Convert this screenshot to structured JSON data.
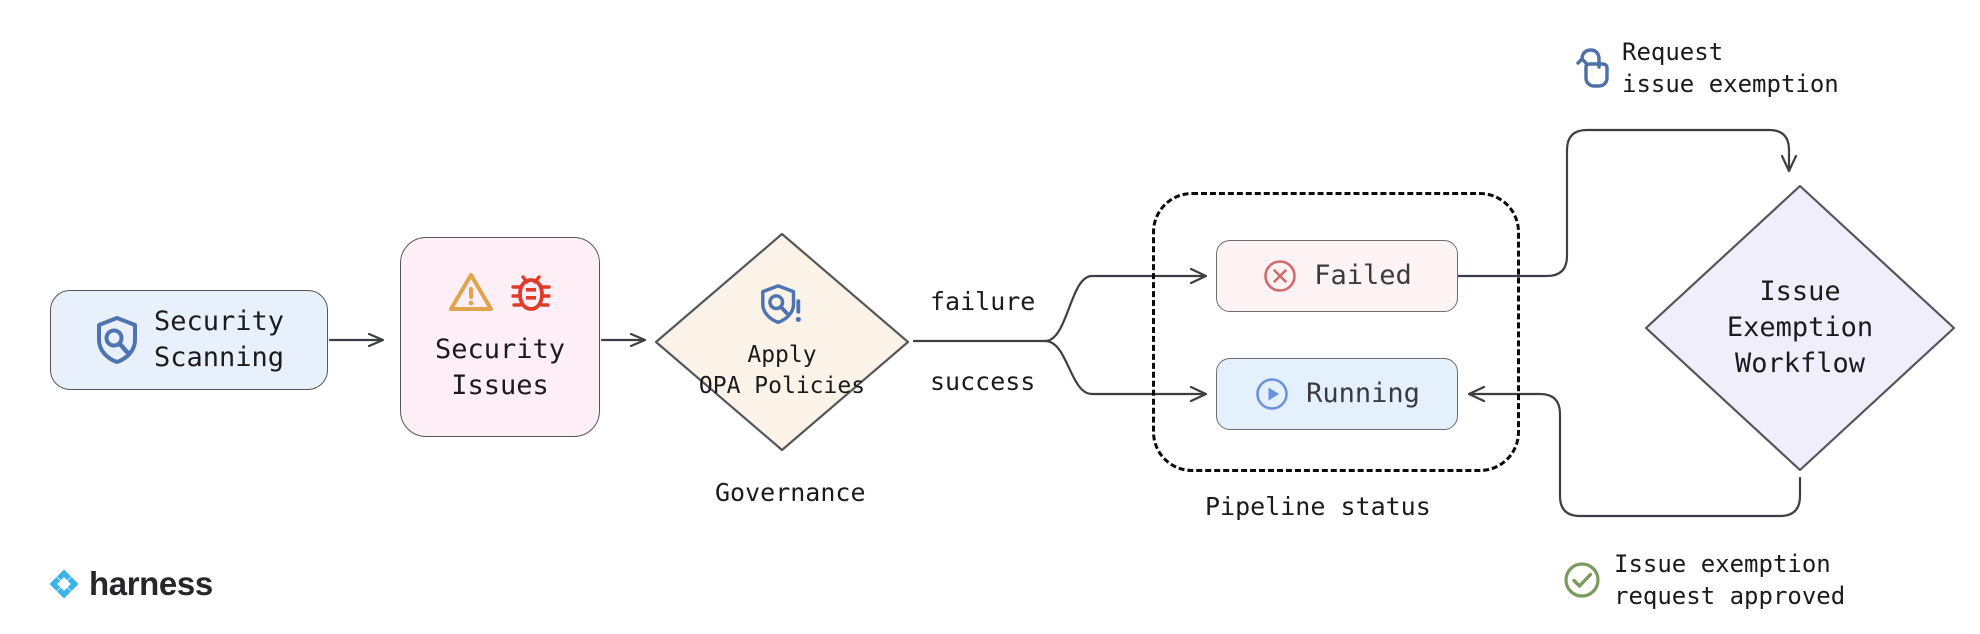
{
  "diagram": {
    "title": "Security scanning governance and issue exemption workflow",
    "background": "#ffffff"
  },
  "nodes": {
    "security_scanning": {
      "label": "Security\nScanning",
      "icon": "shield-search-icon",
      "fill": "#e8f1fb",
      "stroke": "#54565b",
      "shape": "rounded-rect"
    },
    "security_issues": {
      "label": "Security\nIssues",
      "icons": [
        "warning-triangle-icon",
        "bug-icon"
      ],
      "fill": "#fdeff5",
      "stroke": "#54565b",
      "shape": "rounded-rect"
    },
    "apply_opa_policies": {
      "label": "Apply\nOPA Policies",
      "icon": "shield-search-alert-icon",
      "fill": "#fcf3e8",
      "stroke": "#54565b",
      "shape": "diamond",
      "caption": "Governance"
    },
    "failed": {
      "label": "Failed",
      "icon": "circle-x-icon",
      "fill": "#fdf2f4",
      "stroke": "#6b6d72",
      "icon_color": "#cf6b6b",
      "shape": "rounded-rect"
    },
    "running": {
      "label": "Running",
      "icon": "circle-play-icon",
      "fill": "#e4f0fc",
      "stroke": "#6b6d72",
      "icon_color": "#6b93dd",
      "shape": "rounded-rect"
    },
    "issue_exemption_workflow": {
      "label": "Issue\nExemption\nWorkflow",
      "fill": "#f0eefb",
      "stroke": "#54565b",
      "shape": "diamond"
    }
  },
  "groups": {
    "pipeline_status": {
      "caption": "Pipeline status",
      "style": "dashed",
      "members": [
        "failed",
        "running"
      ]
    }
  },
  "edges": {
    "scanning_to_issues": {
      "label": ""
    },
    "issues_to_opa": {
      "label": ""
    },
    "opa_to_failed": {
      "label": "failure"
    },
    "opa_to_running": {
      "label": "success"
    },
    "failed_to_workflow": {
      "label": ""
    },
    "workflow_to_running": {
      "label": ""
    }
  },
  "annotations": {
    "request": {
      "text": "Request\nissue exemption",
      "icon": "click-hand-icon",
      "icon_color": "#4d6fa8"
    },
    "approved": {
      "text": "Issue exemption\nrequest approved",
      "icon": "circle-check-icon",
      "icon_color": "#7a9b5e"
    }
  },
  "branding": {
    "logo_text": "harness",
    "logo_icon": "harness-logo-icon",
    "logo_color": "#39b3e8"
  },
  "colors": {
    "line": "#3e3f43",
    "text": "#1b1b1d",
    "blue_icon": "#4d73b0",
    "orange_warning": "#e0a44c",
    "red_bug": "#e03a28"
  }
}
